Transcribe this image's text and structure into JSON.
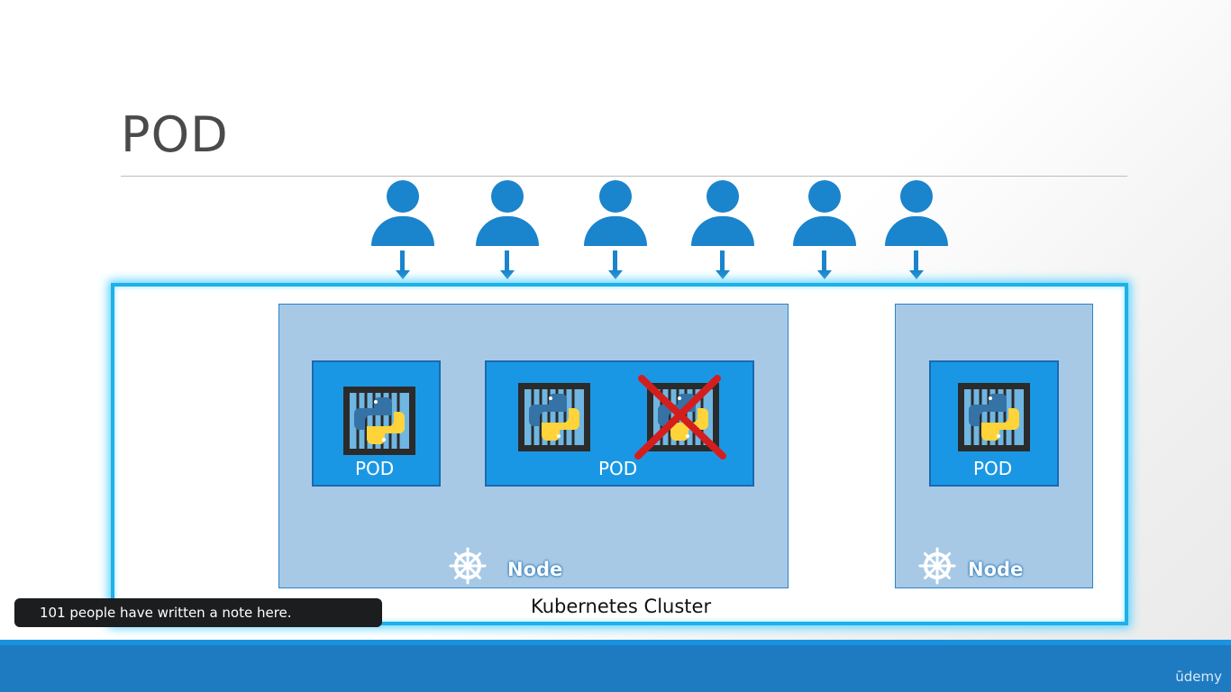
{
  "slide": {
    "title": "POD"
  },
  "diagram": {
    "cluster_label": "Kubernetes Cluster",
    "nodes": [
      {
        "label": "Node"
      },
      {
        "label": "Node"
      }
    ],
    "pods": [
      {
        "label": "POD"
      },
      {
        "label": "POD"
      },
      {
        "label": "POD"
      }
    ],
    "users_count": 6,
    "colors": {
      "user": "#1a84cc",
      "pod": "#1a97e4",
      "node": "#a8c9e6",
      "cluster_border": "#1eb0e8",
      "cross": "#d41e1e"
    }
  },
  "overlay": {
    "note_text": "101 people have written a note here."
  },
  "player": {
    "brand": "ūdemy"
  }
}
